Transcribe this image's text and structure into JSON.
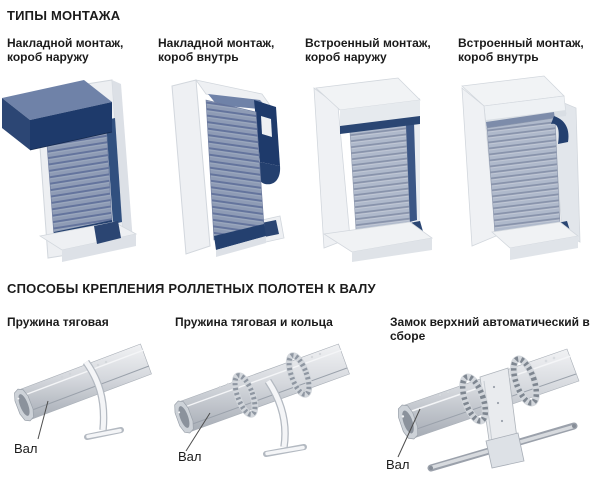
{
  "palette": {
    "navy_box": "#1e3a6b",
    "slate_top": "#6f82a8",
    "curtain_dark": "#8e9bb5",
    "curtain_dark_line": "#64749d",
    "curtain_light": "#afb9cb",
    "curtain_light_line": "#8893ab",
    "frame_white": "#eef0f3",
    "metal_light": "#d5d8dd",
    "metal_dark": "#a6acb5",
    "text": "#1b1b1b"
  },
  "mount_types": {
    "title": "ТИПЫ МОНТАЖА",
    "items": [
      {
        "label": "Накладной монтаж, короб наружу"
      },
      {
        "label": "Накладной монтаж, короб внутрь"
      },
      {
        "label": "Встроенный монтаж, короб наружу"
      },
      {
        "label": "Встроенный монтаж, короб внутрь"
      }
    ]
  },
  "shaft_fastening": {
    "title": "СПОСОБЫ КРЕПЛЕНИЯ РОЛЛЕТНЫХ ПОЛОТЕН К ВАЛУ",
    "items": [
      {
        "label": "Пружина тяговая",
        "callout": "Вал"
      },
      {
        "label": "Пружина тяговая и кольца",
        "callout": "Вал"
      },
      {
        "label": "Замок верхний автоматический в сборе",
        "callout": "Вал"
      }
    ]
  }
}
